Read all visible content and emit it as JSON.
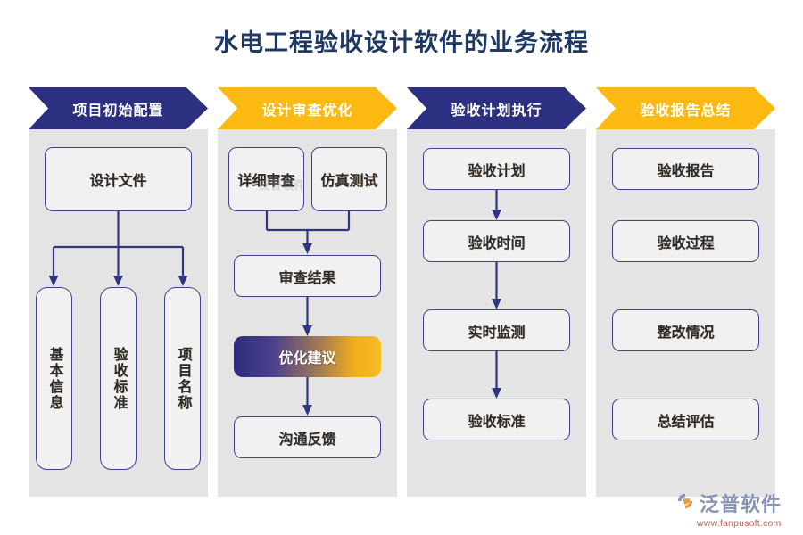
{
  "title": "水电工程验收设计软件的业务流程",
  "logo": {
    "name": "泛普软件",
    "url": "www.fanpusoft.com"
  },
  "watermark": "泛普软件",
  "colors": {
    "banner_blue": "#2b3180",
    "banner_orange": "#fbb912",
    "panel_bg": "#e4e4e4",
    "node_border": "#41418f",
    "node_bg": "#f1f1f1",
    "title_color": "#1f3864",
    "gradient_start": "#2b2b7a",
    "gradient_end": "#f7be24",
    "connector": "#2f3580"
  },
  "columns": [
    {
      "banner": {
        "label": "项目初始配置",
        "style": "blue"
      },
      "nodes": [
        {
          "label": "设计文件",
          "kind": "box"
        },
        {
          "label": "基本信息",
          "kind": "vertical"
        },
        {
          "label": "验收标准",
          "kind": "vertical"
        },
        {
          "label": "项目名称",
          "kind": "vertical"
        }
      ]
    },
    {
      "banner": {
        "label": "设计审查优化",
        "style": "orange"
      },
      "nodes": [
        {
          "label": "详细审查",
          "kind": "box"
        },
        {
          "label": "仿真测试",
          "kind": "box"
        },
        {
          "label": "审查结果",
          "kind": "box"
        },
        {
          "label": "优化建议",
          "kind": "gradient"
        },
        {
          "label": "沟通反馈",
          "kind": "box"
        }
      ]
    },
    {
      "banner": {
        "label": "验收计划执行",
        "style": "blue"
      },
      "nodes": [
        {
          "label": "验收计划",
          "kind": "box"
        },
        {
          "label": "验收时间",
          "kind": "box"
        },
        {
          "label": "实时监测",
          "kind": "box"
        },
        {
          "label": "验收标准",
          "kind": "box"
        }
      ]
    },
    {
      "banner": {
        "label": "验收报告总结",
        "style": "orange"
      },
      "nodes": [
        {
          "label": "验收报告",
          "kind": "box"
        },
        {
          "label": "验收过程",
          "kind": "box"
        },
        {
          "label": "整改情况",
          "kind": "box"
        },
        {
          "label": "总结评估",
          "kind": "box"
        }
      ]
    }
  ]
}
